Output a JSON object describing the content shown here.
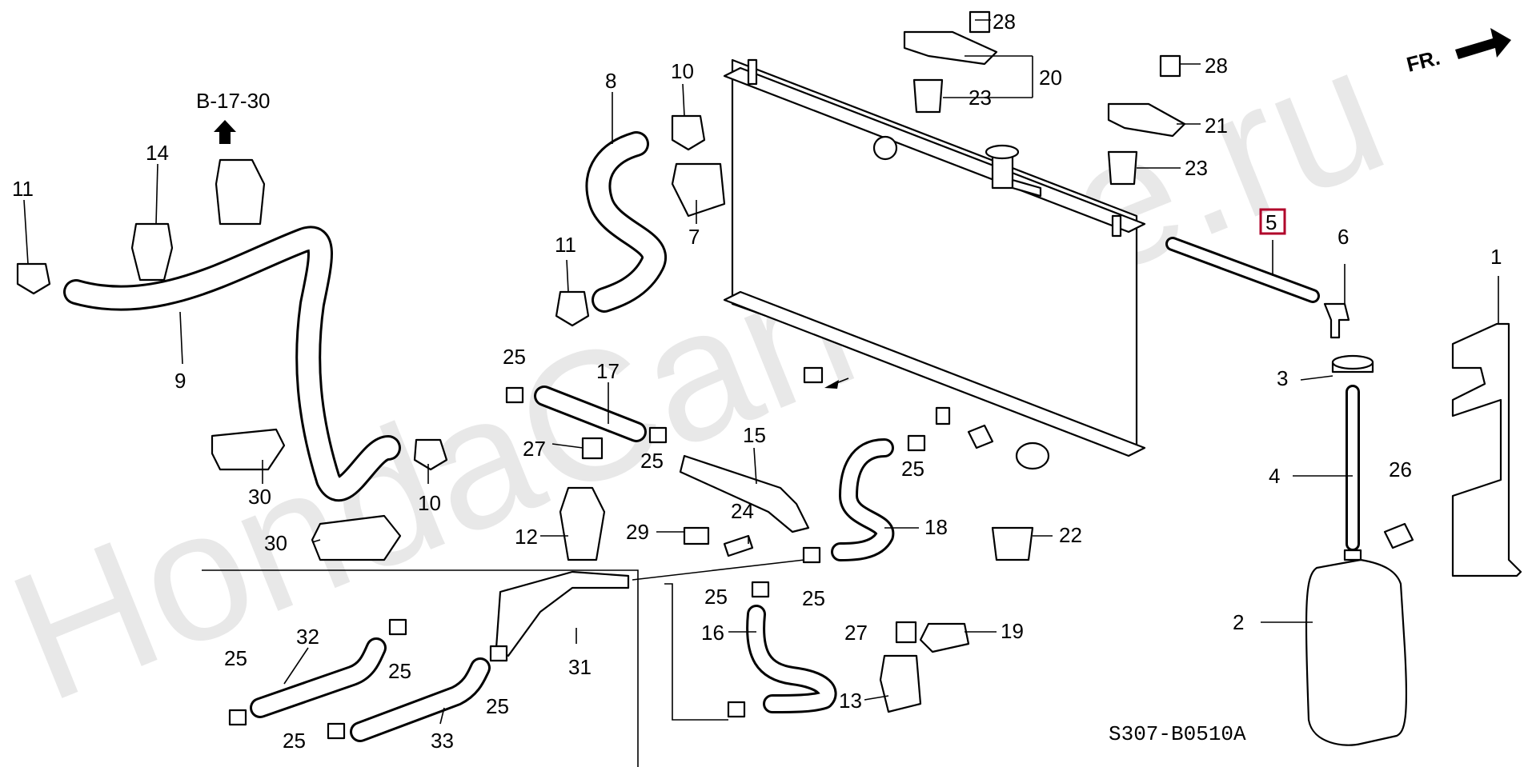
{
  "watermark": "HondaCarMine.ru",
  "figure_code": "S307-B0510A",
  "direction_label": "FR.",
  "reference_label": "B-17-30",
  "highlighted_part": "5",
  "callouts": {
    "c1": "1",
    "c2": "2",
    "c3": "3",
    "c4": "4",
    "c5": "5",
    "c6": "6",
    "c7": "7",
    "c8": "8",
    "c9": "9",
    "c10a": "10",
    "c10b": "10",
    "c11a": "11",
    "c11b": "11",
    "c12": "12",
    "c13": "13",
    "c14": "14",
    "c15": "15",
    "c16": "16",
    "c17": "17",
    "c18": "18",
    "c19": "19",
    "c20": "20",
    "c21": "21",
    "c22": "22",
    "c23a": "23",
    "c23b": "23",
    "c24": "24",
    "c25a": "25",
    "c25b": "25",
    "c25c": "25",
    "c25d": "25",
    "c25e": "25",
    "c25f": "25",
    "c25g": "25",
    "c25h": "25",
    "c25i": "25",
    "c26": "26",
    "c27a": "27",
    "c27b": "27",
    "c28a": "28",
    "c28b": "28",
    "c29": "29",
    "c30a": "30",
    "c30b": "30",
    "c31": "31",
    "c32": "32",
    "c33": "33"
  },
  "colors": {
    "highlight": "#b0002a",
    "ink": "#000000",
    "watermark": "#e8e8e8"
  }
}
